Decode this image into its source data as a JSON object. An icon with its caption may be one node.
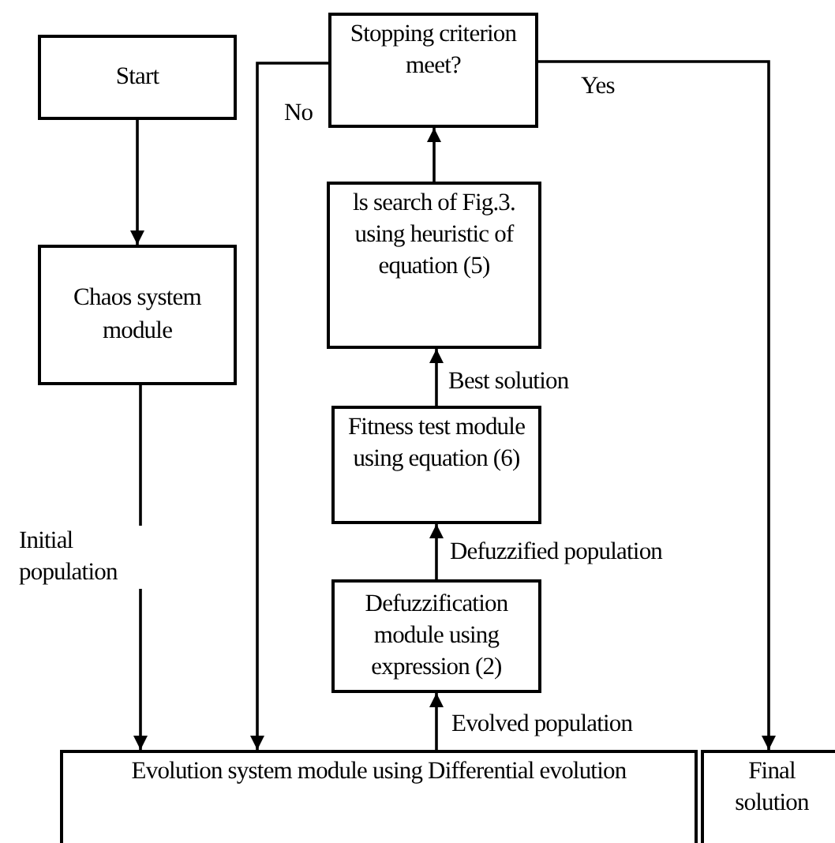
{
  "diagram": {
    "nodes": [
      {
        "text": [
          "Start"
        ]
      },
      {
        "text": [
          "Chaos system module"
        ]
      },
      {
        "text": [
          "Stopping criterion meet?"
        ]
      },
      {
        "text": [
          "ls search of Fig.3. using heuristic of equation (5)"
        ]
      },
      {
        "text": [
          "Fitness test module using equation (6)"
        ]
      },
      {
        "text": [
          "Defuzzification module using expression (2)"
        ]
      },
      {
        "text": [
          "Evolution system module using Differential evolution"
        ]
      },
      {
        "text": [
          "Final solution"
        ]
      }
    ],
    "edges": [
      {
        "from": 0,
        "to": 1,
        "arrow": "to"
      },
      {
        "from": 1,
        "to": 6,
        "arrow": "to",
        "label": "Initial population"
      },
      {
        "from": 6,
        "to": 5,
        "arrow": "to",
        "label": "Evolved population"
      },
      {
        "from": 5,
        "to": 4,
        "arrow": "to",
        "label": "Defuzzified population"
      },
      {
        "from": 4,
        "to": 3,
        "arrow": "to",
        "label": "Best solution"
      },
      {
        "from": 3,
        "to": 2,
        "arrow": "to"
      },
      {
        "from": 2,
        "to": 6,
        "arrow": "to",
        "label": "No"
      },
      {
        "from": 2,
        "to": 7,
        "arrow": "to",
        "label": "Yes"
      }
    ]
  }
}
